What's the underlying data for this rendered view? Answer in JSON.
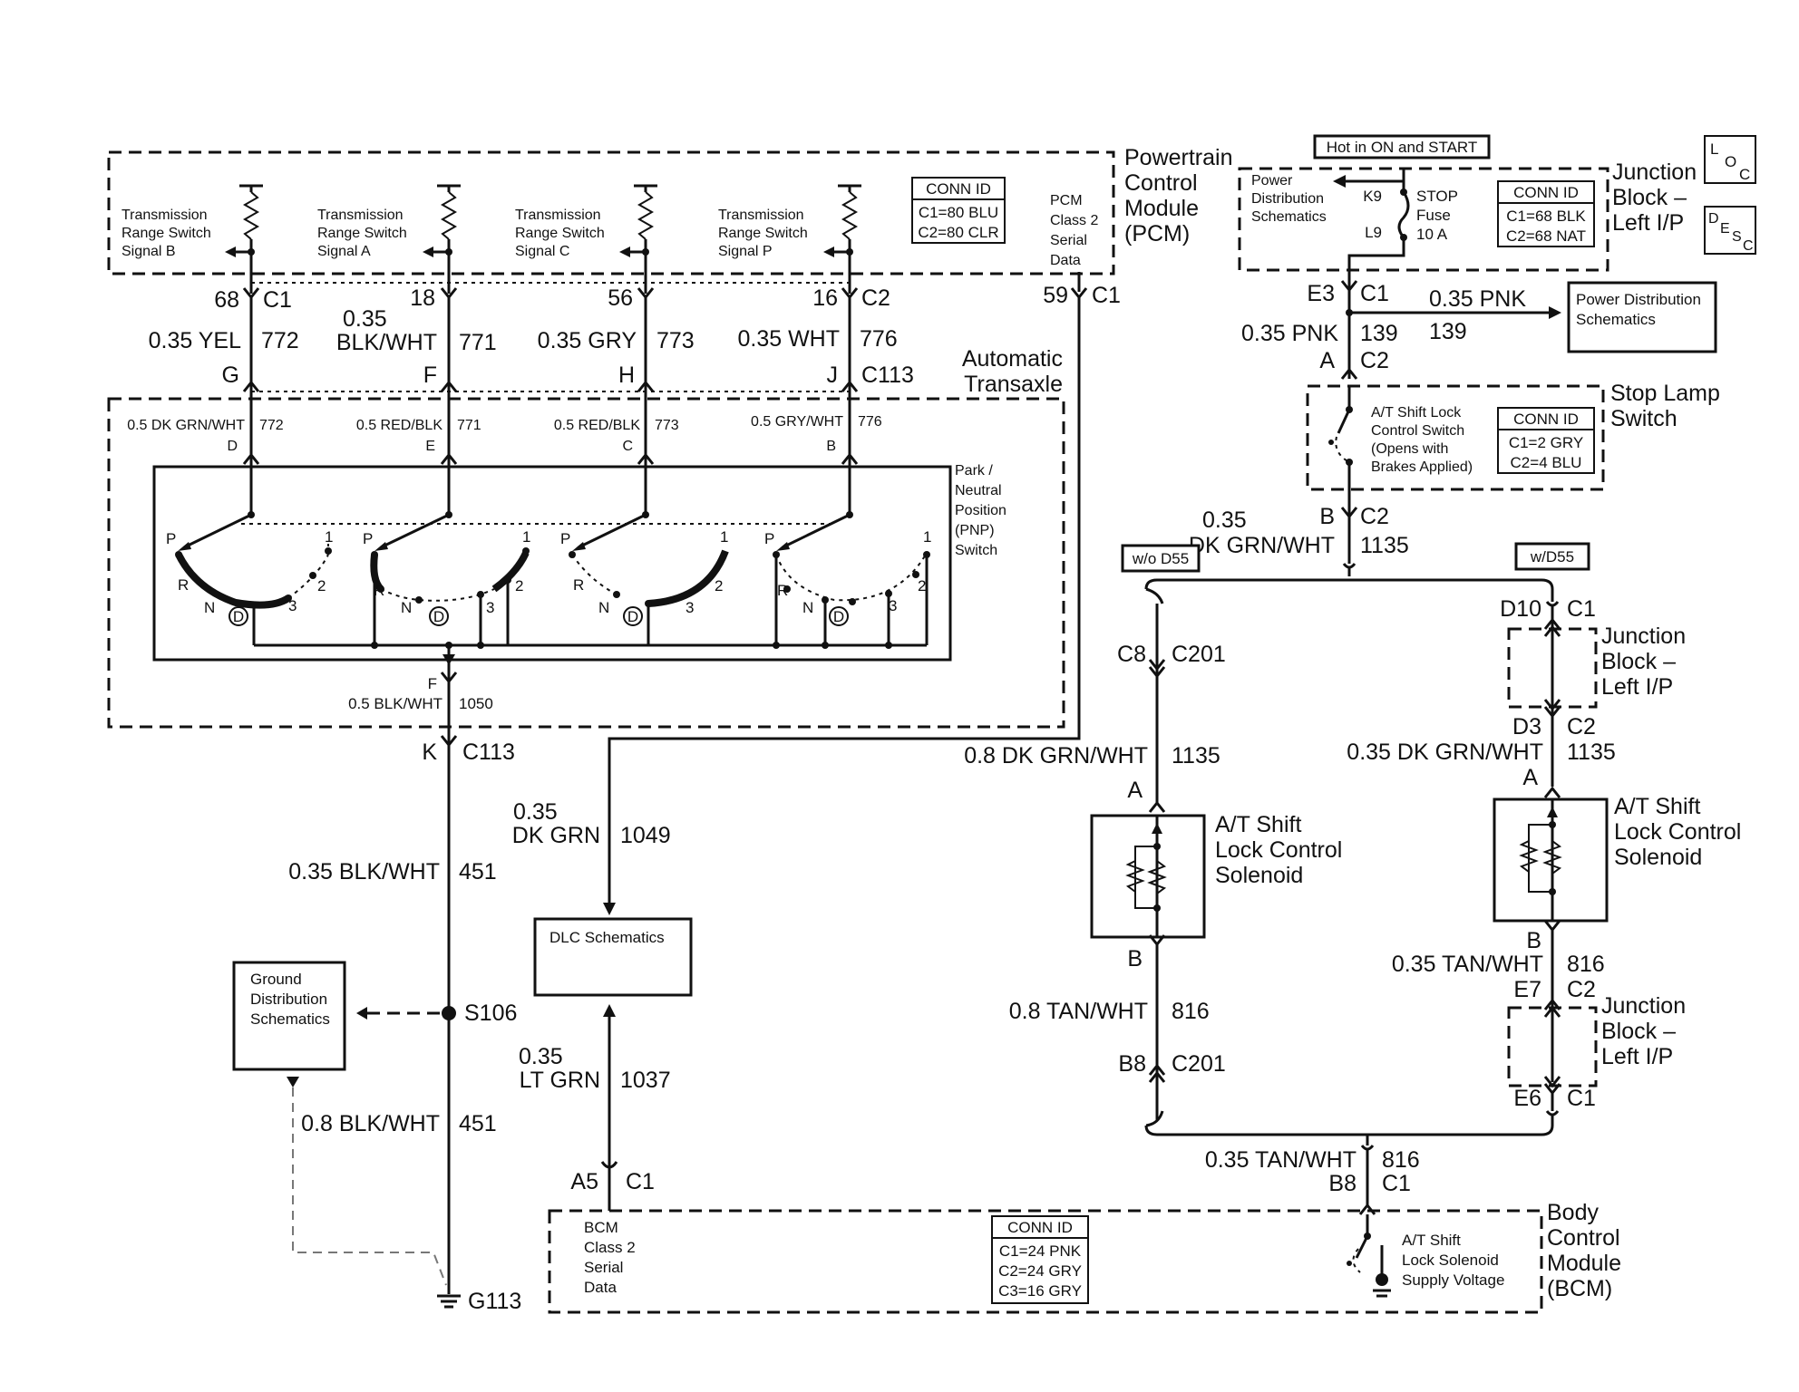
{
  "pcm": {
    "title_lines": [
      "Powertrain",
      "Control",
      "Module",
      "(PCM)"
    ],
    "conn_id_title": "CONN ID",
    "conn_ids": [
      "C1=80 BLU",
      "C2=80 CLR"
    ],
    "serial_data": [
      "PCM",
      "Class 2",
      "Serial",
      "Data"
    ],
    "signals": [
      {
        "lines": [
          "Transmission",
          "Range Switch",
          "Signal B"
        ],
        "pin": "68",
        "conn": "C1",
        "wire": "0.35 YEL",
        "circuit": "772",
        "tx_pin": "G"
      },
      {
        "lines": [
          "Transmission",
          "Range Switch",
          "Signal A"
        ],
        "pin": "18",
        "conn": "",
        "wire_lines": [
          "0.35",
          "BLK/WHT"
        ],
        "circuit": "771",
        "tx_pin": "F"
      },
      {
        "lines": [
          "Transmission",
          "Range Switch",
          "Signal C"
        ],
        "pin": "56",
        "conn": "",
        "wire": "0.35 GRY",
        "circuit": "773",
        "tx_pin": "H"
      },
      {
        "lines": [
          "Transmission",
          "Range Switch",
          "Signal P"
        ],
        "pin": "16",
        "conn": "C2",
        "wire": "0.35 WHT",
        "circuit": "776",
        "tx_pin": "J"
      }
    ],
    "serial_pin": "59",
    "serial_conn": "C1",
    "tx_conn": "C113"
  },
  "transaxle": {
    "title_lines": [
      "Automatic",
      "Transaxle"
    ],
    "pnp_lines": [
      "Park /",
      "Neutral",
      "Position",
      "(PNP)",
      "Switch"
    ],
    "inputs": [
      {
        "wire": "0.5 DK GRN/WHT",
        "circuit": "772",
        "pin": "D"
      },
      {
        "wire": "0.5 RED/BLK",
        "circuit": "771",
        "pin": "E"
      },
      {
        "wire": "0.5 RED/BLK",
        "circuit": "773",
        "pin": "C"
      },
      {
        "wire": "0.5 GRY/WHT",
        "circuit": "776",
        "pin": "B"
      }
    ],
    "positions": {
      "p": "P",
      "r": "R",
      "n": "N",
      "d": "D",
      "three": "3",
      "two": "2",
      "one": "1"
    },
    "out_pin": "F",
    "out_wire": "0.5 BLK/WHT",
    "out_circuit": "1050"
  },
  "ground": {
    "pin": "K",
    "conn": "C113",
    "wire1": "0.35 BLK/WHT",
    "circuit1": "451",
    "splice": "S106",
    "wire2": "0.8 BLK/WHT",
    "circuit2": "451",
    "ground_id": "G113",
    "ground_box": [
      "Ground",
      "Distribution",
      "Schematics"
    ]
  },
  "dlc": {
    "box": "DLC Schematics",
    "wire1_lines": [
      "0.35",
      "DK GRN"
    ],
    "circuit1": "1049",
    "wire2_lines": [
      "0.35",
      "LT GRN"
    ],
    "circuit2": "1037",
    "pin": "A5",
    "conn": "C1"
  },
  "junction_top": {
    "hot_label": "Hot in ON and START",
    "title_lines": [
      "Junction",
      "Block –",
      "Left I/P"
    ],
    "pd_lines": [
      "Power",
      "Distribution",
      "Schematics"
    ],
    "k9": "K9",
    "l9": "L9",
    "fuse_lines": [
      "STOP",
      "Fuse",
      "10 A"
    ],
    "conn_id_title": "CONN ID",
    "conn_ids": [
      "C1=68 BLK",
      "C2=68 NAT"
    ],
    "loc": [
      "L",
      "O",
      "C"
    ],
    "desc": [
      "D",
      "E",
      "S",
      "C"
    ]
  },
  "stop_lamp": {
    "pin_e3": "E3",
    "conn_c1": "C1",
    "wire": "0.35 PNK",
    "circuit": "139",
    "branch_wire": "0.35 PNK",
    "branch_circuit": "139",
    "pd_box": [
      "Power Distribution",
      "Schematics"
    ],
    "pin_a": "A",
    "conn_c2": "C2",
    "switch_lines": [
      "A/T Shift Lock",
      "Control Switch",
      "(Opens with",
      "Brakes Applied)"
    ],
    "conn_id_title": "CONN ID",
    "conn_ids": [
      "C1=2 GRY",
      "C2=4 BLU"
    ],
    "title_lines": [
      "Stop Lamp",
      "Switch"
    ],
    "pin_b": "B",
    "out_conn": "C2",
    "out_wire_lines": [
      "0.35",
      "DK GRN/WHT"
    ],
    "out_circuit": "1135"
  },
  "option_left": {
    "tag": "w/o D55",
    "pin_c8": "C8",
    "conn_c201": "C201",
    "wire": "0.8 DK GRN/WHT",
    "circuit": "1135",
    "pin_a": "A",
    "solenoid_lines": [
      "A/T Shift",
      "Lock Control",
      "Solenoid"
    ],
    "pin_b": "B",
    "wire2": "0.8 TAN/WHT",
    "circuit2": "816",
    "pin_b8": "B8",
    "conn2": "C201"
  },
  "option_right": {
    "tag": "w/D55",
    "pin_d10": "D10",
    "conn_c1": "C1",
    "jb_lines": [
      "Junction",
      "Block –",
      "Left I/P"
    ],
    "pin_d3": "D3",
    "conn_c2": "C2",
    "wire": "0.35 DK GRN/WHT",
    "circuit": "1135",
    "pin_a": "A",
    "solenoid_lines": [
      "A/T Shift",
      "Lock Control",
      "Solenoid"
    ],
    "pin_b": "B",
    "wire2": "0.35 TAN/WHT",
    "circuit2": "816",
    "pin_e7": "E7",
    "conn_e7": "C2",
    "jb2_lines": [
      "Junction",
      "Block –",
      "Left I/P"
    ],
    "pin_e6": "E6",
    "conn_e6": "C1"
  },
  "bcm": {
    "wire": "0.35 TAN/WHT",
    "circuit": "816",
    "pin": "B8",
    "conn": "C1",
    "title_lines": [
      "Body",
      "Control",
      "Module",
      "(BCM)"
    ],
    "serial_lines": [
      "BCM",
      "Class 2",
      "Serial",
      "Data"
    ],
    "conn_id_title": "CONN ID",
    "conn_ids": [
      "C1=24 PNK",
      "C2=24 GRY",
      "C3=16 GRY"
    ],
    "supply_lines": [
      "A/T Shift",
      "Lock Solenoid",
      "Supply Voltage"
    ]
  }
}
